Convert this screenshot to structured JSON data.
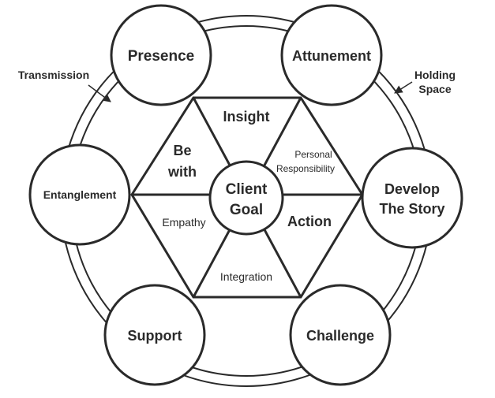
{
  "outer_labels": {
    "transmission": "Transmission",
    "holding_space": [
      "Holding",
      "Space"
    ]
  },
  "nodes": {
    "presence": [
      "Presence"
    ],
    "attunement": [
      "Attunement"
    ],
    "develop_the_story": [
      "Develop",
      "The Story"
    ],
    "challenge": [
      "Challenge"
    ],
    "support": [
      "Support"
    ],
    "entanglement": [
      "Entanglement"
    ]
  },
  "center": [
    "Client",
    "Goal"
  ],
  "segments": {
    "insight": [
      "Insight"
    ],
    "personal_responsibility": [
      "Personal",
      "Responsibility"
    ],
    "action": [
      "Action"
    ],
    "integration": [
      "Integration"
    ],
    "empathy": [
      "Empathy"
    ],
    "be_with": [
      "Be",
      "with"
    ]
  },
  "colors": {
    "stroke": "#2a2a2a",
    "fill": "#ffffff",
    "text": "#2a2a2a"
  }
}
